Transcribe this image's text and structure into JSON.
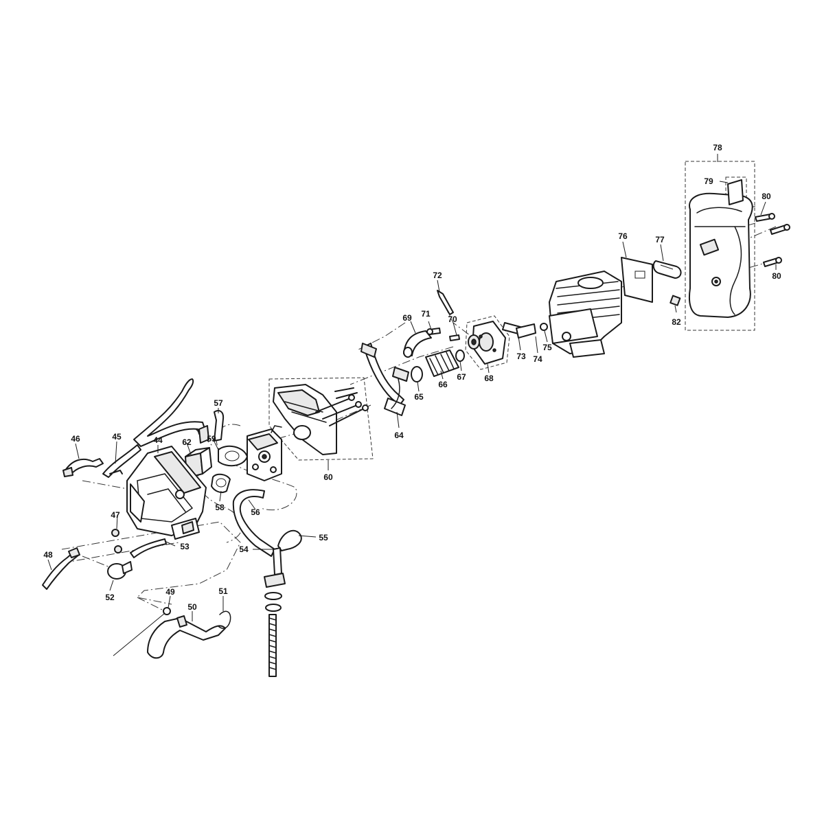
{
  "labels": {
    "p44": "44",
    "p45": "45",
    "p46": "46",
    "p47": "47",
    "p48": "48",
    "p49": "49",
    "p50": "50",
    "p51": "51",
    "p52": "52",
    "p53": "53",
    "p54": "54",
    "p55": "55",
    "p56": "56",
    "p57": "57",
    "p58": "58",
    "p59": "59",
    "p60": "60",
    "p62": "62",
    "p64": "64",
    "p65": "65",
    "p66": "66",
    "p67": "67",
    "p68": "68",
    "p69": "69",
    "p70": "70",
    "p71": "71",
    "p72": "72",
    "p73": "73",
    "p74": "74",
    "p75": "75",
    "p76": "76",
    "p77": "77",
    "p78": "78",
    "p79": "79",
    "p80a": "80",
    "p80b": "80",
    "p82": "82"
  }
}
